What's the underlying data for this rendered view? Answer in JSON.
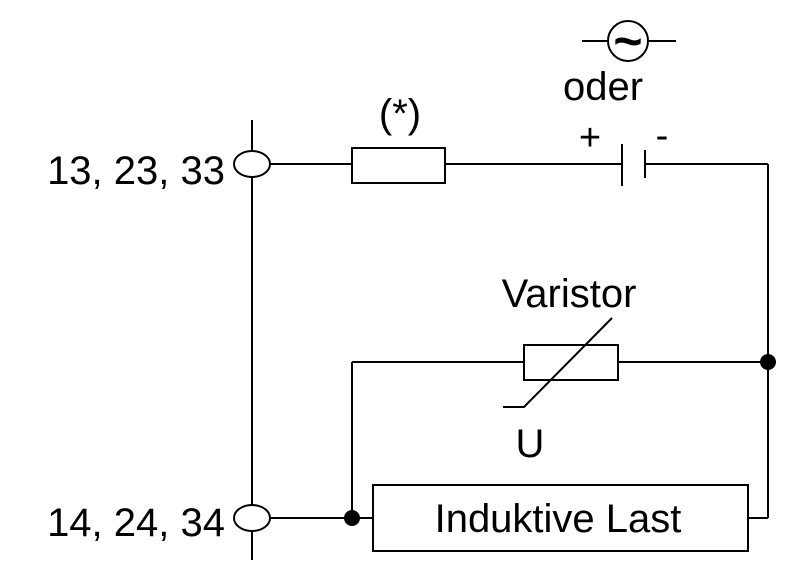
{
  "diagram": {
    "terminal_top": "13, 23, 33",
    "terminal_bottom": "14, 24, 34",
    "fuse_note": "(*)",
    "ac_symbol": "~",
    "or_label": "oder",
    "plus_label": "+",
    "minus_label": "-",
    "varistor_label": "Varistor",
    "voltage_label": "U",
    "load_label": "Induktive Last"
  }
}
